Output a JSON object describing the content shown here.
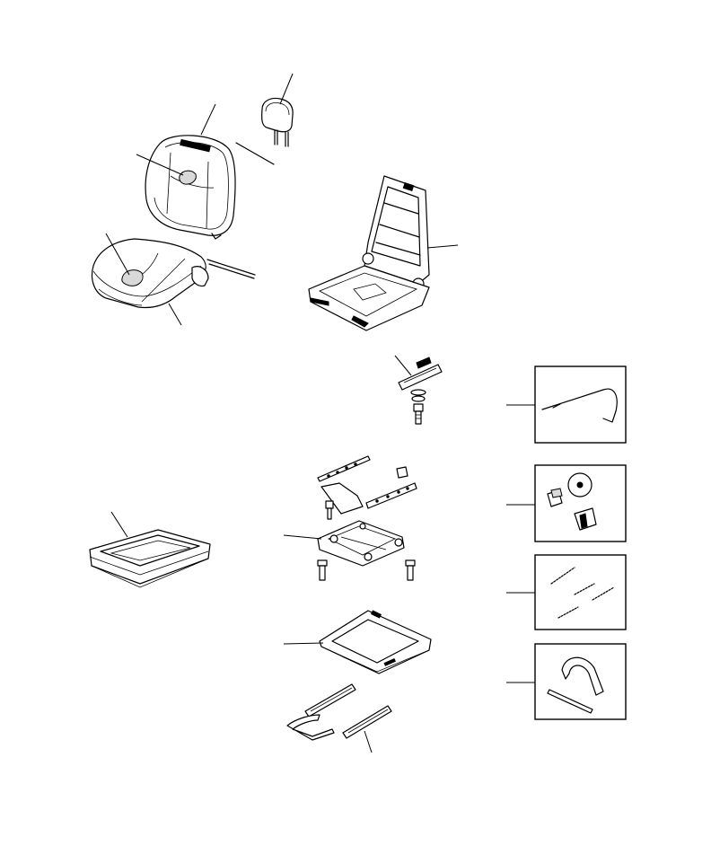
{
  "diagram": {
    "style": "exploded parts illustration, black line art on white",
    "colors": {
      "line": "#000000",
      "background": "#ffffff"
    },
    "parts": [
      {
        "id": "headrest"
      },
      {
        "id": "seat-back-cushion"
      },
      {
        "id": "seat-cushion"
      },
      {
        "id": "seat-frame"
      },
      {
        "id": "bracket-with-washers-and-bolt"
      },
      {
        "id": "cable-kit"
      },
      {
        "id": "knob-kit"
      },
      {
        "id": "spring-kit"
      },
      {
        "id": "strap-kit"
      },
      {
        "id": "seat-pan-tray"
      },
      {
        "id": "mounting-bracket-assembly"
      },
      {
        "id": "slide-base-frame"
      },
      {
        "id": "slide-rails"
      }
    ]
  }
}
